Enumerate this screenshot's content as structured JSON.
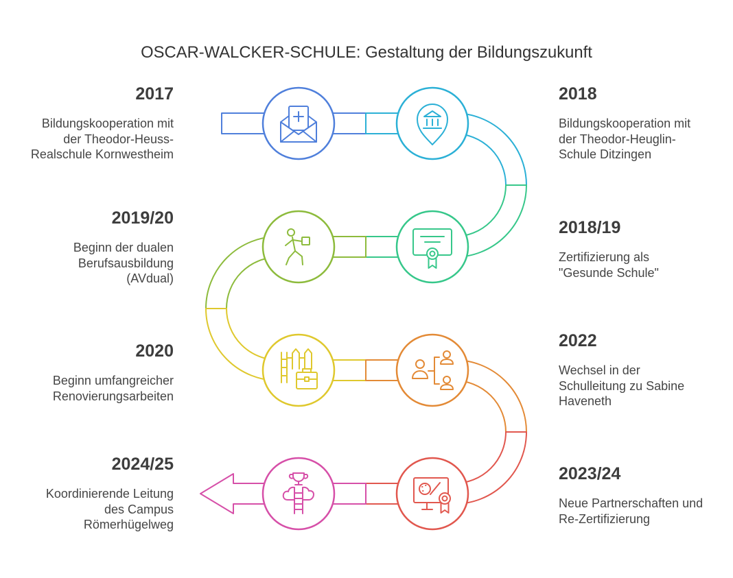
{
  "title": "OSCAR-WALCKER-SCHULE: Gestaltung der Bildungszukunft",
  "milestones": [
    {
      "year": "2017",
      "description": [
        "Bildungskooperation mit",
        "der Theodor-Heuss-",
        "Realschule Kornwestheim"
      ],
      "color": "#4f7fdb",
      "icon": "mail-plus-icon"
    },
    {
      "year": "2018",
      "description": [
        "Bildungskooperation mit",
        "der Theodor-Heuglin-",
        "Schule Ditzingen"
      ],
      "color": "#2bb0d6",
      "icon": "bank-location-pin-icon"
    },
    {
      "year": "2018/19",
      "description": [
        "Zertifizierung als",
        "\"Gesunde Schule\""
      ],
      "color": "#36c78a",
      "icon": "certificate-icon"
    },
    {
      "year": "2019/20",
      "description": [
        "Beginn der dualen",
        "Berufsausbildung",
        "(AVdual)"
      ],
      "color": "#8dbb3c",
      "icon": "worker-figure-icon"
    },
    {
      "year": "2020",
      "description": [
        "Beginn umfangreicher",
        "Renovierungsarbeiten"
      ],
      "color": "#dfc82d",
      "icon": "fence-toolbox-icon"
    },
    {
      "year": "2022",
      "description": [
        "Wechsel in der",
        "Schulleitung zu Sabine",
        "Haveneth"
      ],
      "color": "#e38a36",
      "icon": "team-hierarchy-icon"
    },
    {
      "year": "2023/24",
      "description": [
        "Neue Partnerschaften und",
        "Re-Zertifizierung"
      ],
      "color": "#e1574e",
      "icon": "art-monitor-badge-icon"
    },
    {
      "year": "2024/25",
      "description": [
        "Koordinierende Leitung",
        "des Campus",
        "Römerhügelweg"
      ],
      "color": "#d64fa8",
      "icon": "ladder-trophy-icon"
    }
  ]
}
